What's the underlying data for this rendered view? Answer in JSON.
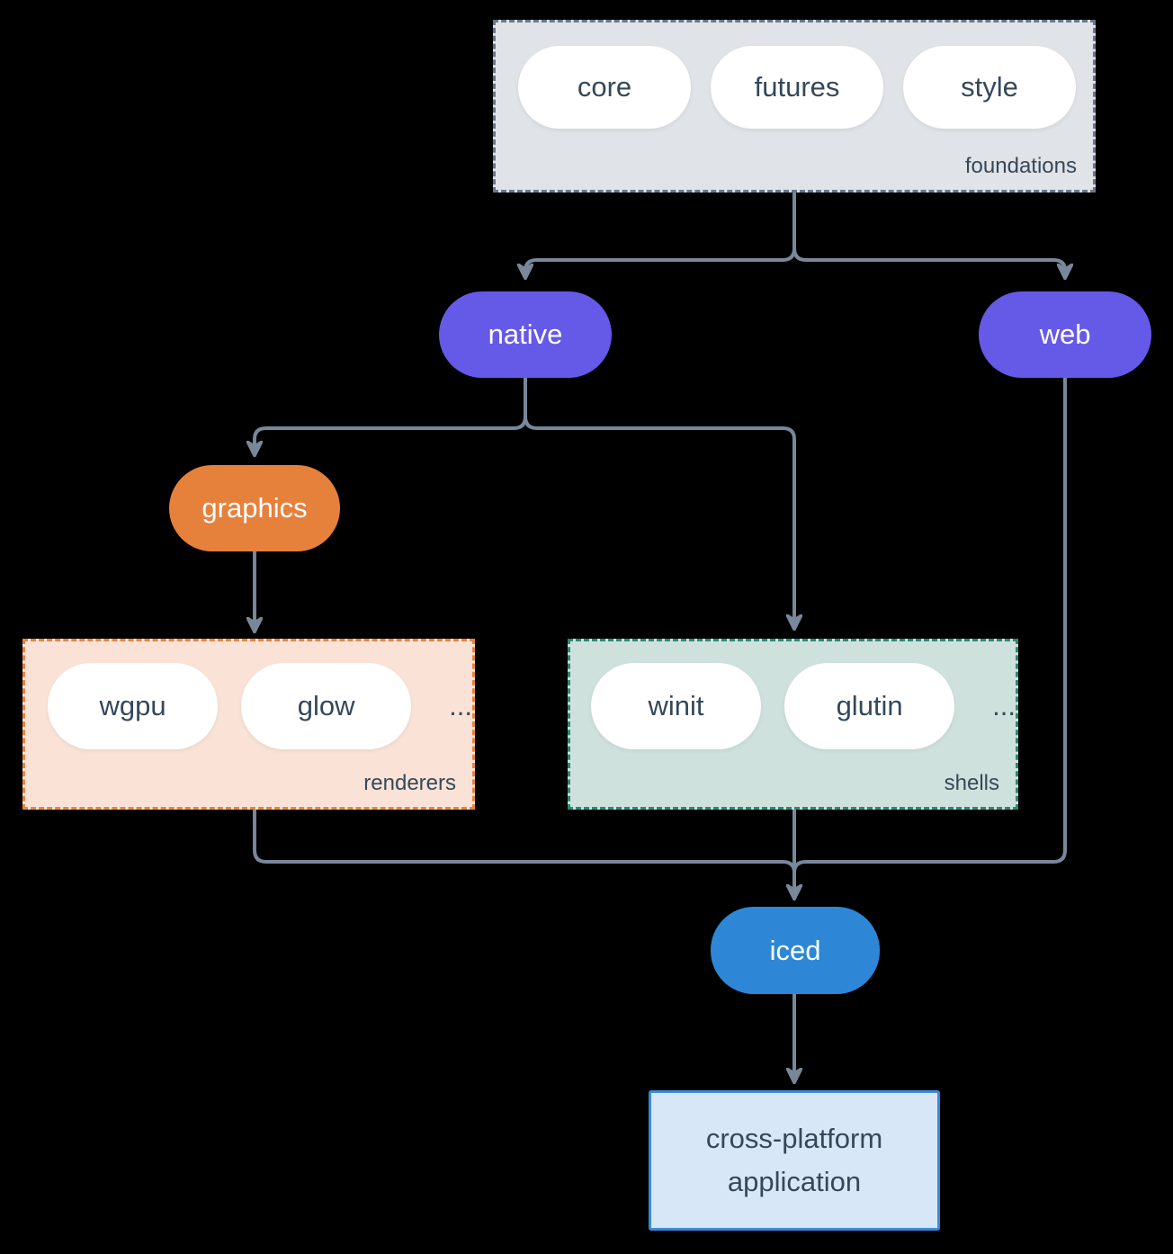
{
  "groups": {
    "foundations": {
      "label": "foundations",
      "items": [
        "core",
        "futures",
        "style"
      ]
    },
    "renderers": {
      "label": "renderers",
      "items": [
        "wgpu",
        "glow"
      ],
      "ellipsis": "..."
    },
    "shells": {
      "label": "shells",
      "items": [
        "winit",
        "glutin"
      ],
      "ellipsis": "..."
    }
  },
  "nodes": {
    "native": "native",
    "web": "web",
    "graphics": "graphics",
    "iced": "iced",
    "application": "cross-platform application"
  },
  "colors": {
    "background": "#000000",
    "purple": "#6559e8",
    "orange": "#e6813c",
    "blue": "#2e87d6",
    "foundations_bg": "#e0e3e7",
    "foundations_border": "#67788a",
    "renderers_bg": "#fae3d6",
    "renderers_border": "#e8833e",
    "shells_bg": "#cfe1dc",
    "shells_border": "#2b8a74",
    "application_bg": "#d8e7f7",
    "application_border": "#3a8ad6",
    "connector": "#78879a",
    "text_dark": "#35485a",
    "text_light": "#ffffff"
  }
}
